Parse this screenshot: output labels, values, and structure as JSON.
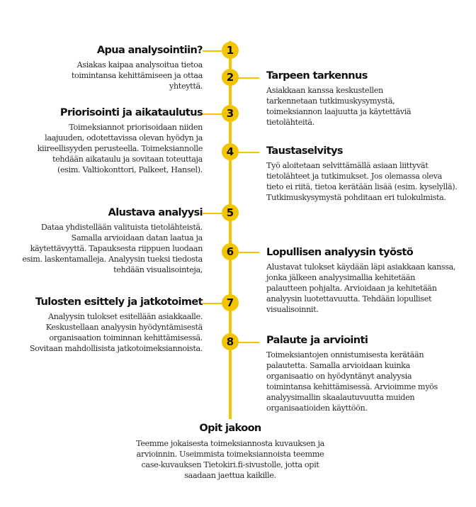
{
  "accent_color": "#f2c500",
  "steps": [
    {
      "number": "1",
      "title": "Apua analysointiin?",
      "text": "Asiakas kaipaa analysoitua tietoa toimintansa kehittämiseen ja ottaa yhteyttä."
    },
    {
      "number": "2",
      "title": "Tarpeen tarkennus",
      "text": "Asiakkaan kanssa keskustellen tarkennetaan tutkimuskysymystä, toimeksiannon laajuutta ja käytettäviä tietolähteitä."
    },
    {
      "number": "3",
      "title": "Priorisointi ja aikataulutus",
      "text": "Toimeksiannot priorisoidaan niiden laajuuden, odotettavissa olevan hyödyn ja kiireellisyyden perusteella. Toimeksiannolle tehdään aikataulu ja sovitaan toteuttaja (esim. Valtiokonttori, Palkeet, Hansel)."
    },
    {
      "number": "4",
      "title": "Taustaselvitys",
      "text": "Työ aloitetaan selvittämällä asiaan liittyvät tietolähteet ja tutkimukset. Jos olemassa oleva tieto ei riitä, tietoa kerätään lisää (esim. kyselyllä). Tutkimuskysymystä pohditaan eri tulokulmista."
    },
    {
      "number": "5",
      "title": "Alustava analyysi",
      "text": "Dataa yhdistellään valituista tietolähteistä. Samalla arvioidaan datan laatua ja käytettävyyttä. Tapauksesta riippuen luodaan esim. laskentamalleja. Analyysin tueksi tiedosta tehdään visualisointeja,"
    },
    {
      "number": "6",
      "title": "Lopullisen analyysin työstö",
      "text": "Alustavat tulokset käydään läpi asiakkaan kanssa, jonka jälkeen analyysimallia kehitetään palautteen pohjalta. Arvioidaan ja kehitetään analyysin luotettavuutta. Tehdään lopulliset visualisoinnit."
    },
    {
      "number": "7",
      "title": "Tulosten esittely ja jatkotoimet",
      "text": "Analyysin tulokset esitellään asiakkaalle. Keskustellaan analyysin hyödyntämisestä organisaation toiminnan kehittämisessä. Sovitaan mahdollisista jatkotoimeksiannoista."
    },
    {
      "number": "8",
      "title": "Palaute ja arviointi",
      "text": "Toimeksiantojen onnistumisesta kerätään palautetta. Samalla arvioidaan kuinka organisaatio on hyödyntänyt analyysia toimintansa kehittämisessä. Arvioimme myös analyysimallin skaalautuvuutta muiden organisaatioiden käyttöön."
    }
  ],
  "final": {
    "title": "Opit jakoon",
    "text": "Teemme jokaisesta toimeksiannosta kuvauksen ja arvioinnin. Useimmista toimeksiannoista teemme case-kuvauksen Tietokiri.fi-sivustolle, jotta opit saadaan jaettua kaikille."
  }
}
